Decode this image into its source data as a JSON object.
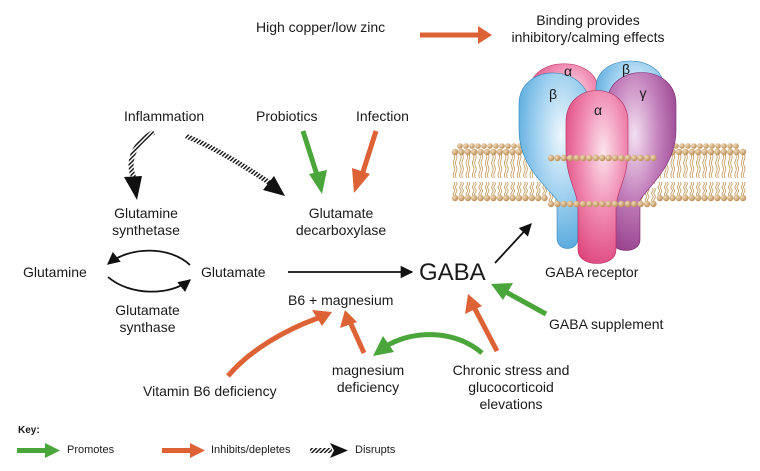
{
  "colors": {
    "promotes": "#4aa63a",
    "inhibits": "#dd6236",
    "disrupts": "#111111",
    "text": "#1a1a1a",
    "alpha": "#e8457c",
    "beta": "#58aede",
    "gamma": "#9c3b8e",
    "lipid_head": "#c9a26a"
  },
  "nodes": {
    "high_copper": "High copper/low zinc",
    "binding_line1": "Binding provides",
    "binding_line2": "inhibitory/calming effects",
    "inflammation": "Inflammation",
    "probiotics": "Probiotics",
    "infection": "Infection",
    "glutamine_synthetase_line1": "Glutamine",
    "glutamine_synthetase_line2": "synthetase",
    "glutamate_decarboxylase_line1": "Glutamate",
    "glutamate_decarboxylase_line2": "decarboxylase",
    "glutamine": "Glutamine",
    "glutamate": "Glutamate",
    "gaba": "GABA",
    "gaba_receptor": "GABA receptor",
    "b6_magnesium": "B6 + magnesium",
    "glutamate_synthase_line1": "Glutamate",
    "glutamate_synthase_line2": "synthase",
    "gaba_supplement": "GABA supplement",
    "vitamin_b6_deficiency": "Vitamin B6 deficiency",
    "magnesium_deficiency_line1": "magnesium",
    "magnesium_deficiency_line2": "deficiency",
    "chronic_stress_line1": "Chronic stress and",
    "chronic_stress_line2": "glucocorticoid",
    "chronic_stress_line3": "elevations"
  },
  "receptor_subunits": {
    "back_left": "α",
    "back_right": "β",
    "front_left": "β",
    "front_center": "α",
    "front_right": "γ"
  },
  "key": {
    "title": "Key:",
    "items": [
      {
        "label": "Promotes",
        "type": "promotes"
      },
      {
        "label": "Inhibits/depletes",
        "type": "inhibits"
      },
      {
        "label": "Disrupts",
        "type": "disrupts"
      }
    ]
  },
  "relations": [
    {
      "from": "High copper/low zinc",
      "to": "Binding provides inhibitory/calming effects",
      "type": "inhibits"
    },
    {
      "from": "Inflammation",
      "to": "Glutamine synthetase",
      "type": "disrupts"
    },
    {
      "from": "Inflammation",
      "to": "Glutamate decarboxylase",
      "type": "disrupts"
    },
    {
      "from": "Probiotics",
      "to": "Glutamate decarboxylase",
      "type": "promotes"
    },
    {
      "from": "Infection",
      "to": "Glutamate decarboxylase",
      "type": "inhibits"
    },
    {
      "from": "Glutamate",
      "to": "Glutamine",
      "type": "conversion",
      "via": "Glutamine synthetase"
    },
    {
      "from": "Glutamine",
      "to": "Glutamate",
      "type": "conversion",
      "via": "Glutamate synthase"
    },
    {
      "from": "Glutamate",
      "to": "GABA",
      "type": "conversion",
      "via": "B6 + magnesium"
    },
    {
      "from": "GABA",
      "to": "GABA receptor",
      "type": "conversion"
    },
    {
      "from": "GABA supplement",
      "to": "GABA",
      "type": "promotes"
    },
    {
      "from": "Vitamin B6 deficiency",
      "to": "B6 + magnesium",
      "type": "inhibits"
    },
    {
      "from": "magnesium deficiency",
      "to": "B6 + magnesium",
      "type": "inhibits"
    },
    {
      "from": "Chronic stress and glucocorticoid elevations",
      "to": "magnesium deficiency",
      "type": "promotes"
    },
    {
      "from": "Chronic stress and glucocorticoid elevations",
      "to": "GABA",
      "type": "inhibits"
    }
  ]
}
